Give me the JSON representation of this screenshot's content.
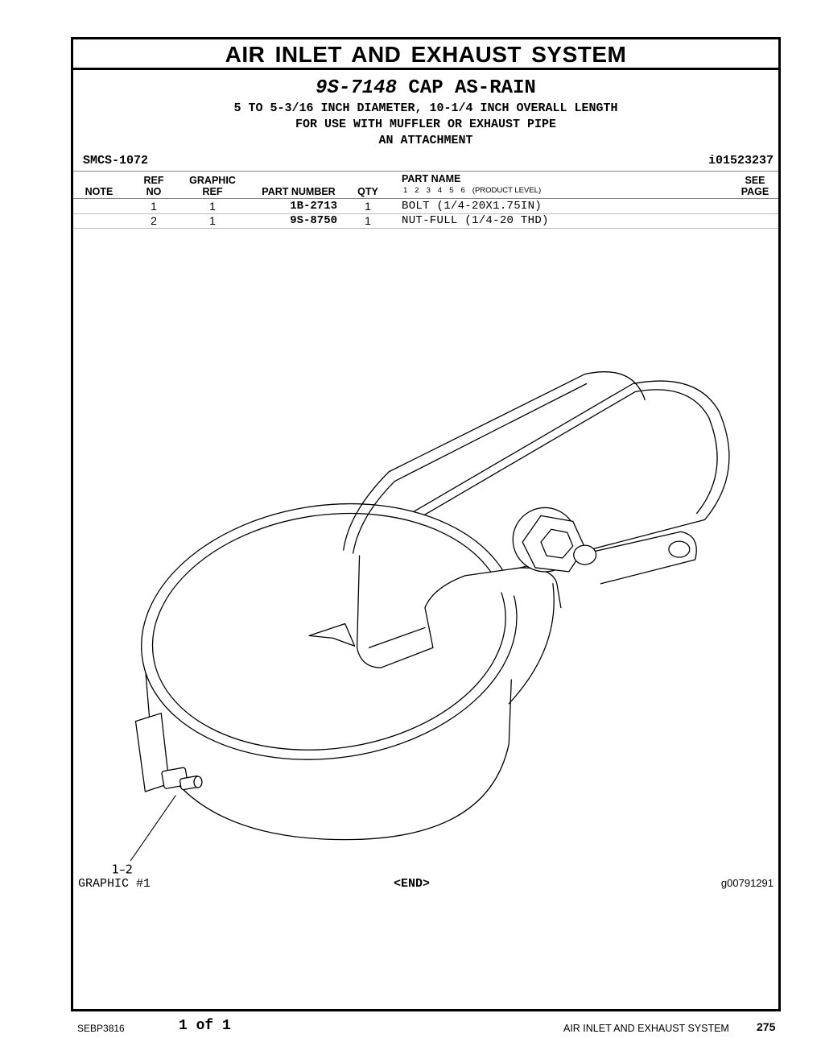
{
  "document": {
    "section_title": "AIR INLET AND EXHAUST SYSTEM",
    "part_number": "9S-7148",
    "part_name": "CAP AS-RAIN",
    "description_lines": [
      "5 TO 5-3/16 INCH DIAMETER, 10-1/4 INCH OVERALL LENGTH",
      "FOR USE WITH MUFFLER OR EXHAUST PIPE",
      "AN ATTACHMENT"
    ],
    "smcs": "SMCS-1072",
    "illustration_id": "i01523237"
  },
  "table": {
    "headers": {
      "note": "NOTE",
      "ref_top": "REF",
      "ref_bottom": "NO",
      "graphic_top": "GRAPHIC",
      "graphic_bottom": "REF",
      "part_number": "PART NUMBER",
      "qty": "QTY",
      "part_name": "PART NAME",
      "see_top": "SEE",
      "see_bottom": "PAGE"
    },
    "product_levels": [
      "1",
      "2",
      "3",
      "4",
      "5",
      "6"
    ],
    "product_level_label": "(PRODUCT LEVEL)",
    "rows": [
      {
        "ref": "1",
        "graphic": "1",
        "part_number": "1B-2713",
        "qty": "1",
        "name": "BOLT (1/4-20X1.75IN)"
      },
      {
        "ref": "2",
        "graphic": "1",
        "part_number": "9S-8750",
        "qty": "1",
        "name": "NUT-FULL (1/4-20 THD)"
      }
    ]
  },
  "graphic": {
    "callout": "1–2",
    "label": "GRAPHIC #1",
    "end_marker": "<END>",
    "graphic_id": "g00791291"
  },
  "footer": {
    "doc_number": "SEBP3816",
    "page_of": "1 of 1",
    "section": "AIR INLET AND EXHAUST SYSTEM",
    "page_number": "275"
  }
}
